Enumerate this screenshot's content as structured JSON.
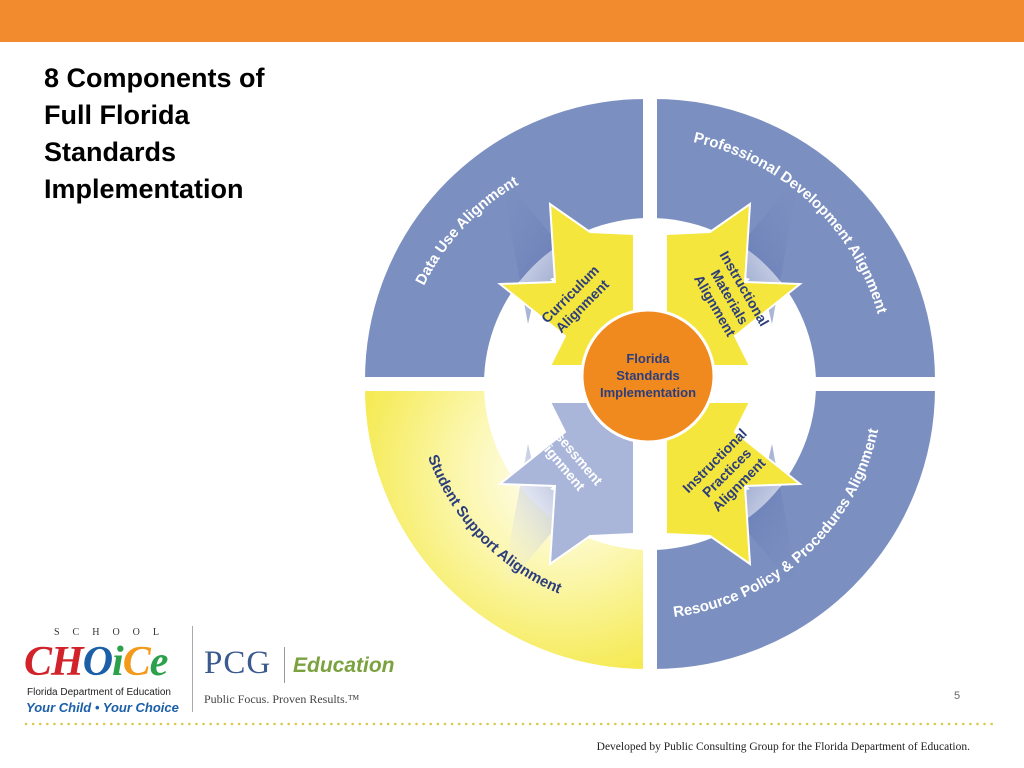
{
  "slide": {
    "title_lines": [
      "8 Components of",
      "Full Florida",
      "Standards",
      "Implementation"
    ],
    "page_number": "5",
    "footer": "Developed by Public Consulting Group for the Florida Department of Education."
  },
  "diagram": {
    "center": [
      "Florida",
      "Standards",
      "Implementation"
    ],
    "outer_ring": {
      "top_left": "Data Use Alignment",
      "top_right": "Professional Development Alignment",
      "bottom_left": "Student Support Alignment",
      "bottom_right": "Resource Policy & Procedures Alignment"
    },
    "inner_stars": {
      "top_left": [
        "Curriculum",
        "Alignment"
      ],
      "top_right": [
        "Instructional",
        "Materials",
        "Alignment"
      ],
      "bottom_left": [
        "Assessment",
        "Alignment"
      ],
      "bottom_right": [
        "Instructional",
        "Practices",
        "Alignment"
      ]
    }
  },
  "logos": {
    "school_choice": {
      "top_word": "SCHOOL",
      "letters": [
        "C",
        "H",
        "O",
        "i",
        "C",
        "e"
      ],
      "agency": "Florida Department of Education",
      "tagline": "Your Child • Your Choice"
    },
    "pcg": {
      "name": "PCG",
      "division": "Education",
      "tagline": "Public Focus. Proven Results.™"
    }
  },
  "colors": {
    "orange_bar": "#f28a2e",
    "ring_blue": "#7b8fc0",
    "ring_yellow": "#f6ec45",
    "star_yellow": "#f5e63d",
    "star_lavender": "#a9b6da",
    "arrow_blue": "#4a5ea8",
    "center_orange": "#f08a1f",
    "text_navy": "#2c3d7c",
    "choice_red": "#d2232a",
    "choice_green": "#2aa14a",
    "choice_blue": "#1a5fa8",
    "choice_orange": "#f39a1b",
    "pcg_blue": "#3b5a8f",
    "pcg_green": "#7ba23f",
    "dots_yellow": "#d8c94a"
  }
}
